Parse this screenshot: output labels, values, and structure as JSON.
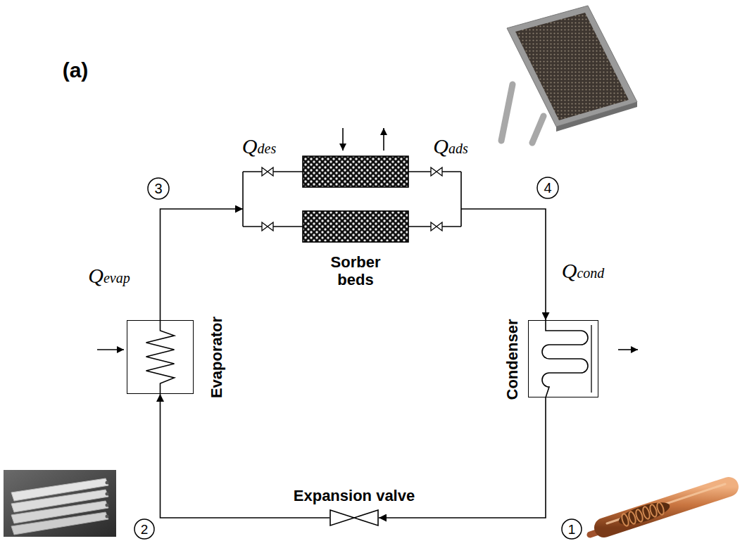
{
  "diagram": {
    "nodes": [
      {
        "text": [
          "Evaporator"
        ]
      },
      {
        "text": [
          "Sorber beds"
        ]
      },
      {
        "text": [
          "Condenser"
        ]
      },
      {
        "text": [
          "Expansion valve"
        ]
      }
    ],
    "edges": [
      {
        "from": 0,
        "to": 1,
        "arrow": "to"
      },
      {
        "from": 1,
        "to": 2,
        "arrow": "to"
      },
      {
        "from": 2,
        "to": 3,
        "arrow": "to"
      },
      {
        "from": 3,
        "to": 0,
        "arrow": "to"
      }
    ],
    "labels": [
      "(a)",
      "Qdes",
      "Qads",
      "3",
      "4",
      "Qevap",
      "Qcond",
      "1",
      "2"
    ]
  }
}
